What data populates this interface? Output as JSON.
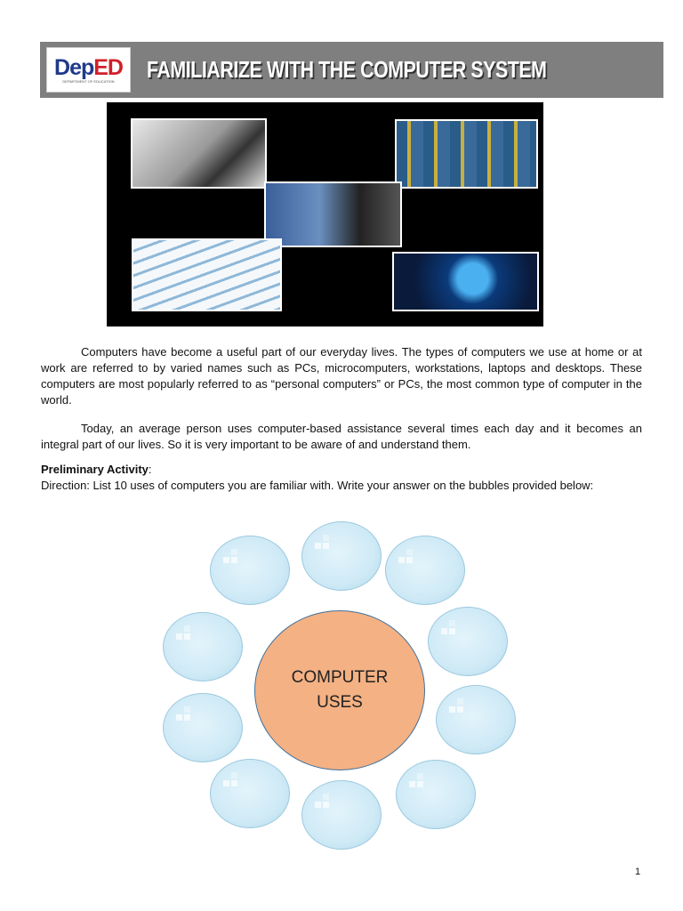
{
  "header": {
    "logo_text": "DepED",
    "logo_subtitle": "DEPARTMENT OF EDUCATION",
    "title": "FAMILIARIZE WITH THE COMPUTER SYSTEM",
    "background": "#7f7f7f"
  },
  "body": {
    "paragraph1": "Computers have become a useful part of our everyday lives. The types of computers we use at home or at work are referred to by varied names such as PCs, microcomputers, workstations, laptops and desktops. These computers are most popularly referred to as “personal computers” or PCs, the most common type of computer in the world.",
    "paragraph2": "Today, an average person uses computer-based assistance several times each day and it becomes an integral part of our lives. So it is very important to be aware of and understand them.",
    "activity_heading": "Preliminary Activity",
    "activity_colon": ":",
    "direction": "Direction: List 10 uses of computers you are familiar with. Write your answer on the bubbles provided below:"
  },
  "diagram": {
    "center_line1": "COMPUTER",
    "center_line2": "USES",
    "center_color": "#f4b183",
    "bubble_color": "#cfeaf6",
    "bubble_count": 10
  },
  "page_number": "1"
}
